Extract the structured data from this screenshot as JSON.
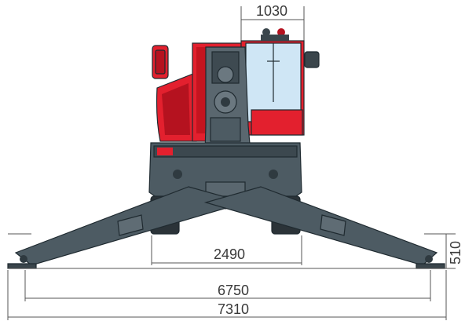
{
  "dimensions": {
    "cab_width": "1030",
    "track_width": "2490",
    "outrigger_inner_span": "6750",
    "outrigger_outer_span": "7310",
    "ground_clearance": "510"
  },
  "colors": {
    "body_red": "#e3202e",
    "frame_grey": "#4d5b63",
    "frame_dark": "#2f3a40",
    "glass": "#cfe6f5",
    "dim_line": "#555555"
  }
}
